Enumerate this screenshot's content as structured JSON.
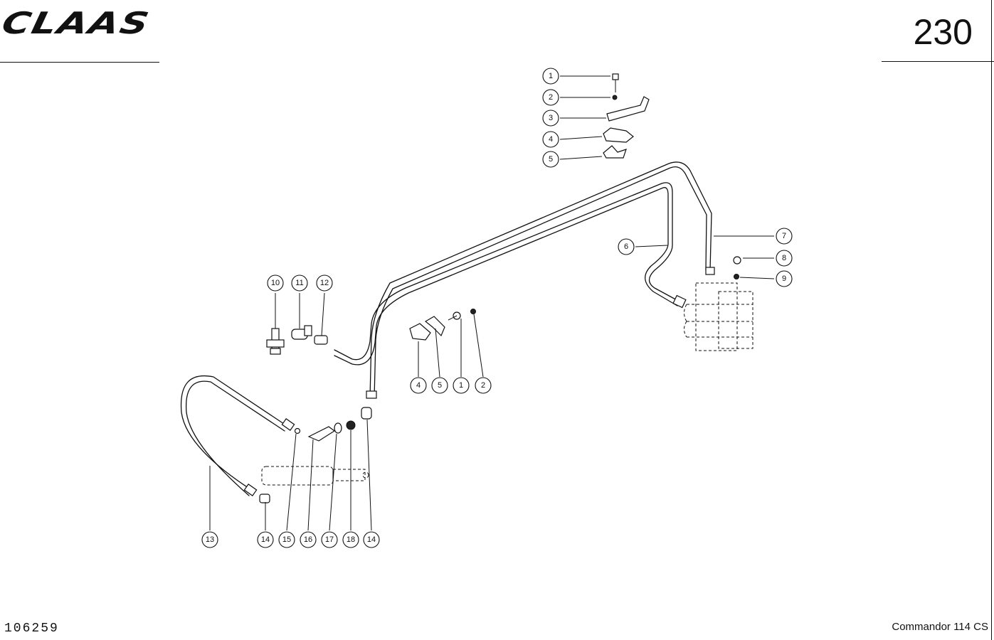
{
  "header": {
    "brand_logo": "CLAAS",
    "page_number": "230"
  },
  "footer": {
    "drawing_number": "106259",
    "model": "Commandor 114 CS"
  },
  "callouts": [
    {
      "id": "c1a",
      "label": "1"
    },
    {
      "id": "c2a",
      "label": "2"
    },
    {
      "id": "c3a",
      "label": "3"
    },
    {
      "id": "c4a",
      "label": "4"
    },
    {
      "id": "c5a",
      "label": "5"
    },
    {
      "id": "c6",
      "label": "6"
    },
    {
      "id": "c7",
      "label": "7"
    },
    {
      "id": "c8",
      "label": "8"
    },
    {
      "id": "c9",
      "label": "9"
    },
    {
      "id": "c10",
      "label": "10"
    },
    {
      "id": "c11",
      "label": "11"
    },
    {
      "id": "c12",
      "label": "12"
    },
    {
      "id": "c4b",
      "label": "4"
    },
    {
      "id": "c5b",
      "label": "5"
    },
    {
      "id": "c1b",
      "label": "1"
    },
    {
      "id": "c2b",
      "label": "2"
    },
    {
      "id": "c13",
      "label": "13"
    },
    {
      "id": "c14a",
      "label": "14"
    },
    {
      "id": "c15",
      "label": "15"
    },
    {
      "id": "c16",
      "label": "16"
    },
    {
      "id": "c17",
      "label": "17"
    },
    {
      "id": "c18",
      "label": "18"
    },
    {
      "id": "c14b",
      "label": "14"
    }
  ]
}
